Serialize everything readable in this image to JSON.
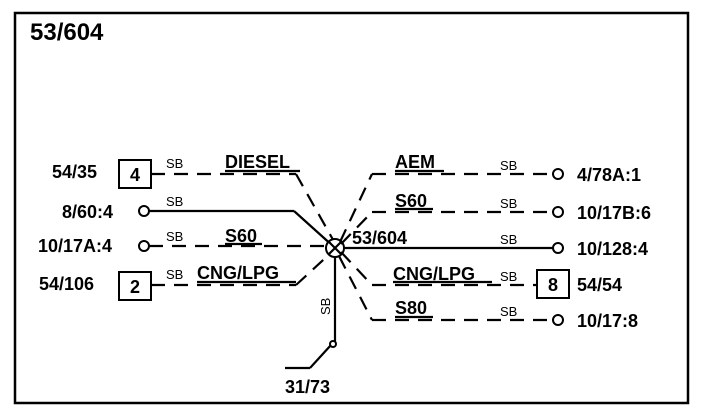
{
  "diagram": {
    "title": "53/604",
    "center_label": "53/604",
    "ground_label": "31/73",
    "sb": "SB",
    "left": {
      "row1": {
        "connector": "54/35",
        "box": "4",
        "name": "DIESEL"
      },
      "row2": {
        "connector": "8/60:4"
      },
      "row3": {
        "connector": "10/17A:4",
        "name": "S60"
      },
      "row4": {
        "connector": "54/106",
        "box": "2",
        "name": "CNG/LPG"
      }
    },
    "right": {
      "row1": {
        "name": "AEM",
        "connector": "4/78A:1"
      },
      "row2": {
        "name": "S60",
        "connector": "10/17B:6"
      },
      "row3": {
        "connector": "10/128:4"
      },
      "row4": {
        "name": "CNG/LPG",
        "box": "8",
        "connector": "54/54"
      },
      "row5": {
        "name": "S80",
        "connector": "10/17:8"
      }
    }
  }
}
